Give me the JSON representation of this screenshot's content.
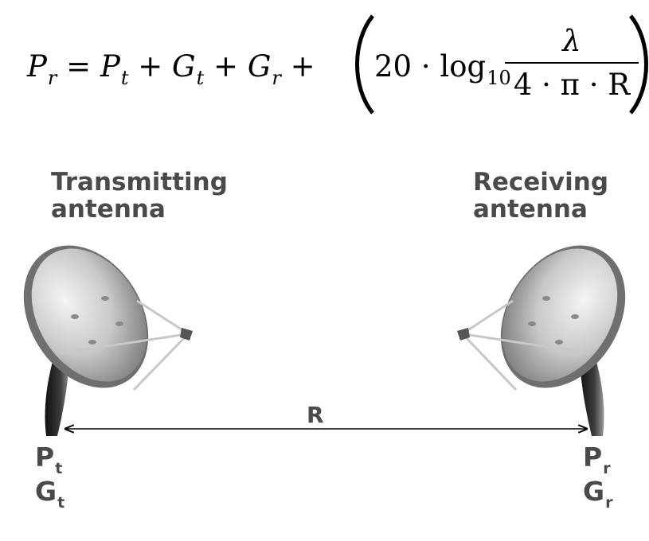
{
  "formula": {
    "lhs": "P",
    "lhs_sub": "r",
    "equals": "=",
    "t1": "P",
    "t1_sub": "t",
    "plus1": "+",
    "t2": "G",
    "t2_sub": "t",
    "plus2": "+",
    "t3": "G",
    "t3_sub": "r",
    "plus3": "+",
    "coef": "20",
    "dot": "·",
    "log": "log",
    "log_base": "10",
    "numerator": "λ",
    "denominator": "4 · π · R"
  },
  "transmitter": {
    "title_line1": "Transmitting",
    "title_line2": "antenna",
    "power": "P",
    "power_sub": "t",
    "gain": "G",
    "gain_sub": "t"
  },
  "receiver": {
    "title_line1": "Receiving",
    "title_line2": "antenna",
    "power": "P",
    "power_sub": "r",
    "gain": "G",
    "gain_sub": "r"
  },
  "distance_label": "R",
  "colors": {
    "label_text": "#4a4a4a",
    "dish_light": "#f4f4f4",
    "dish_dark": "#8a8a8a",
    "mast": "#2a2a2a"
  }
}
